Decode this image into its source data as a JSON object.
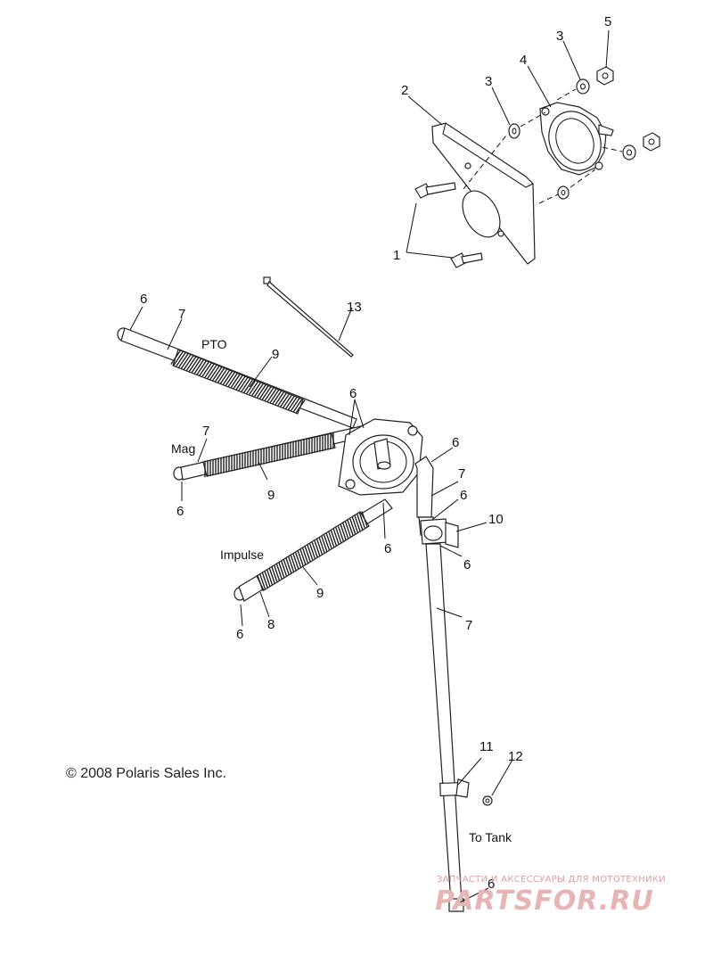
{
  "callouts": {
    "n1": "1",
    "n2": "2",
    "n3a": "3",
    "n3b": "3",
    "n4": "4",
    "n5": "5",
    "n6_pto": "6",
    "n7_pto": "7",
    "n9_pto": "9",
    "n13": "13",
    "n6_pump": "6",
    "n7_mag": "7",
    "n6_mag": "6",
    "n9_mag": "9",
    "n6_out": "6",
    "n7_out": "7",
    "n6_valve_top": "6",
    "n10": "10",
    "n6_valve_bot": "6",
    "n6_imp_pump": "6",
    "n9_imp": "9",
    "n6_imp": "6",
    "n8": "8",
    "n7_long": "7",
    "n11": "11",
    "n12": "12",
    "n6_bottom": "6"
  },
  "labels": {
    "pto": "PTO",
    "mag": "Mag",
    "impulse": "Impulse",
    "to_tank": "To Tank"
  },
  "copyright": "© 2008 Polaris Sales Inc.",
  "watermark": {
    "tagline": "ЗАПЧАСТИ И АКСЕССУАРЫ ДЛЯ МОТОТЕХНИКИ",
    "brand": "PARTSFOR.RU"
  }
}
